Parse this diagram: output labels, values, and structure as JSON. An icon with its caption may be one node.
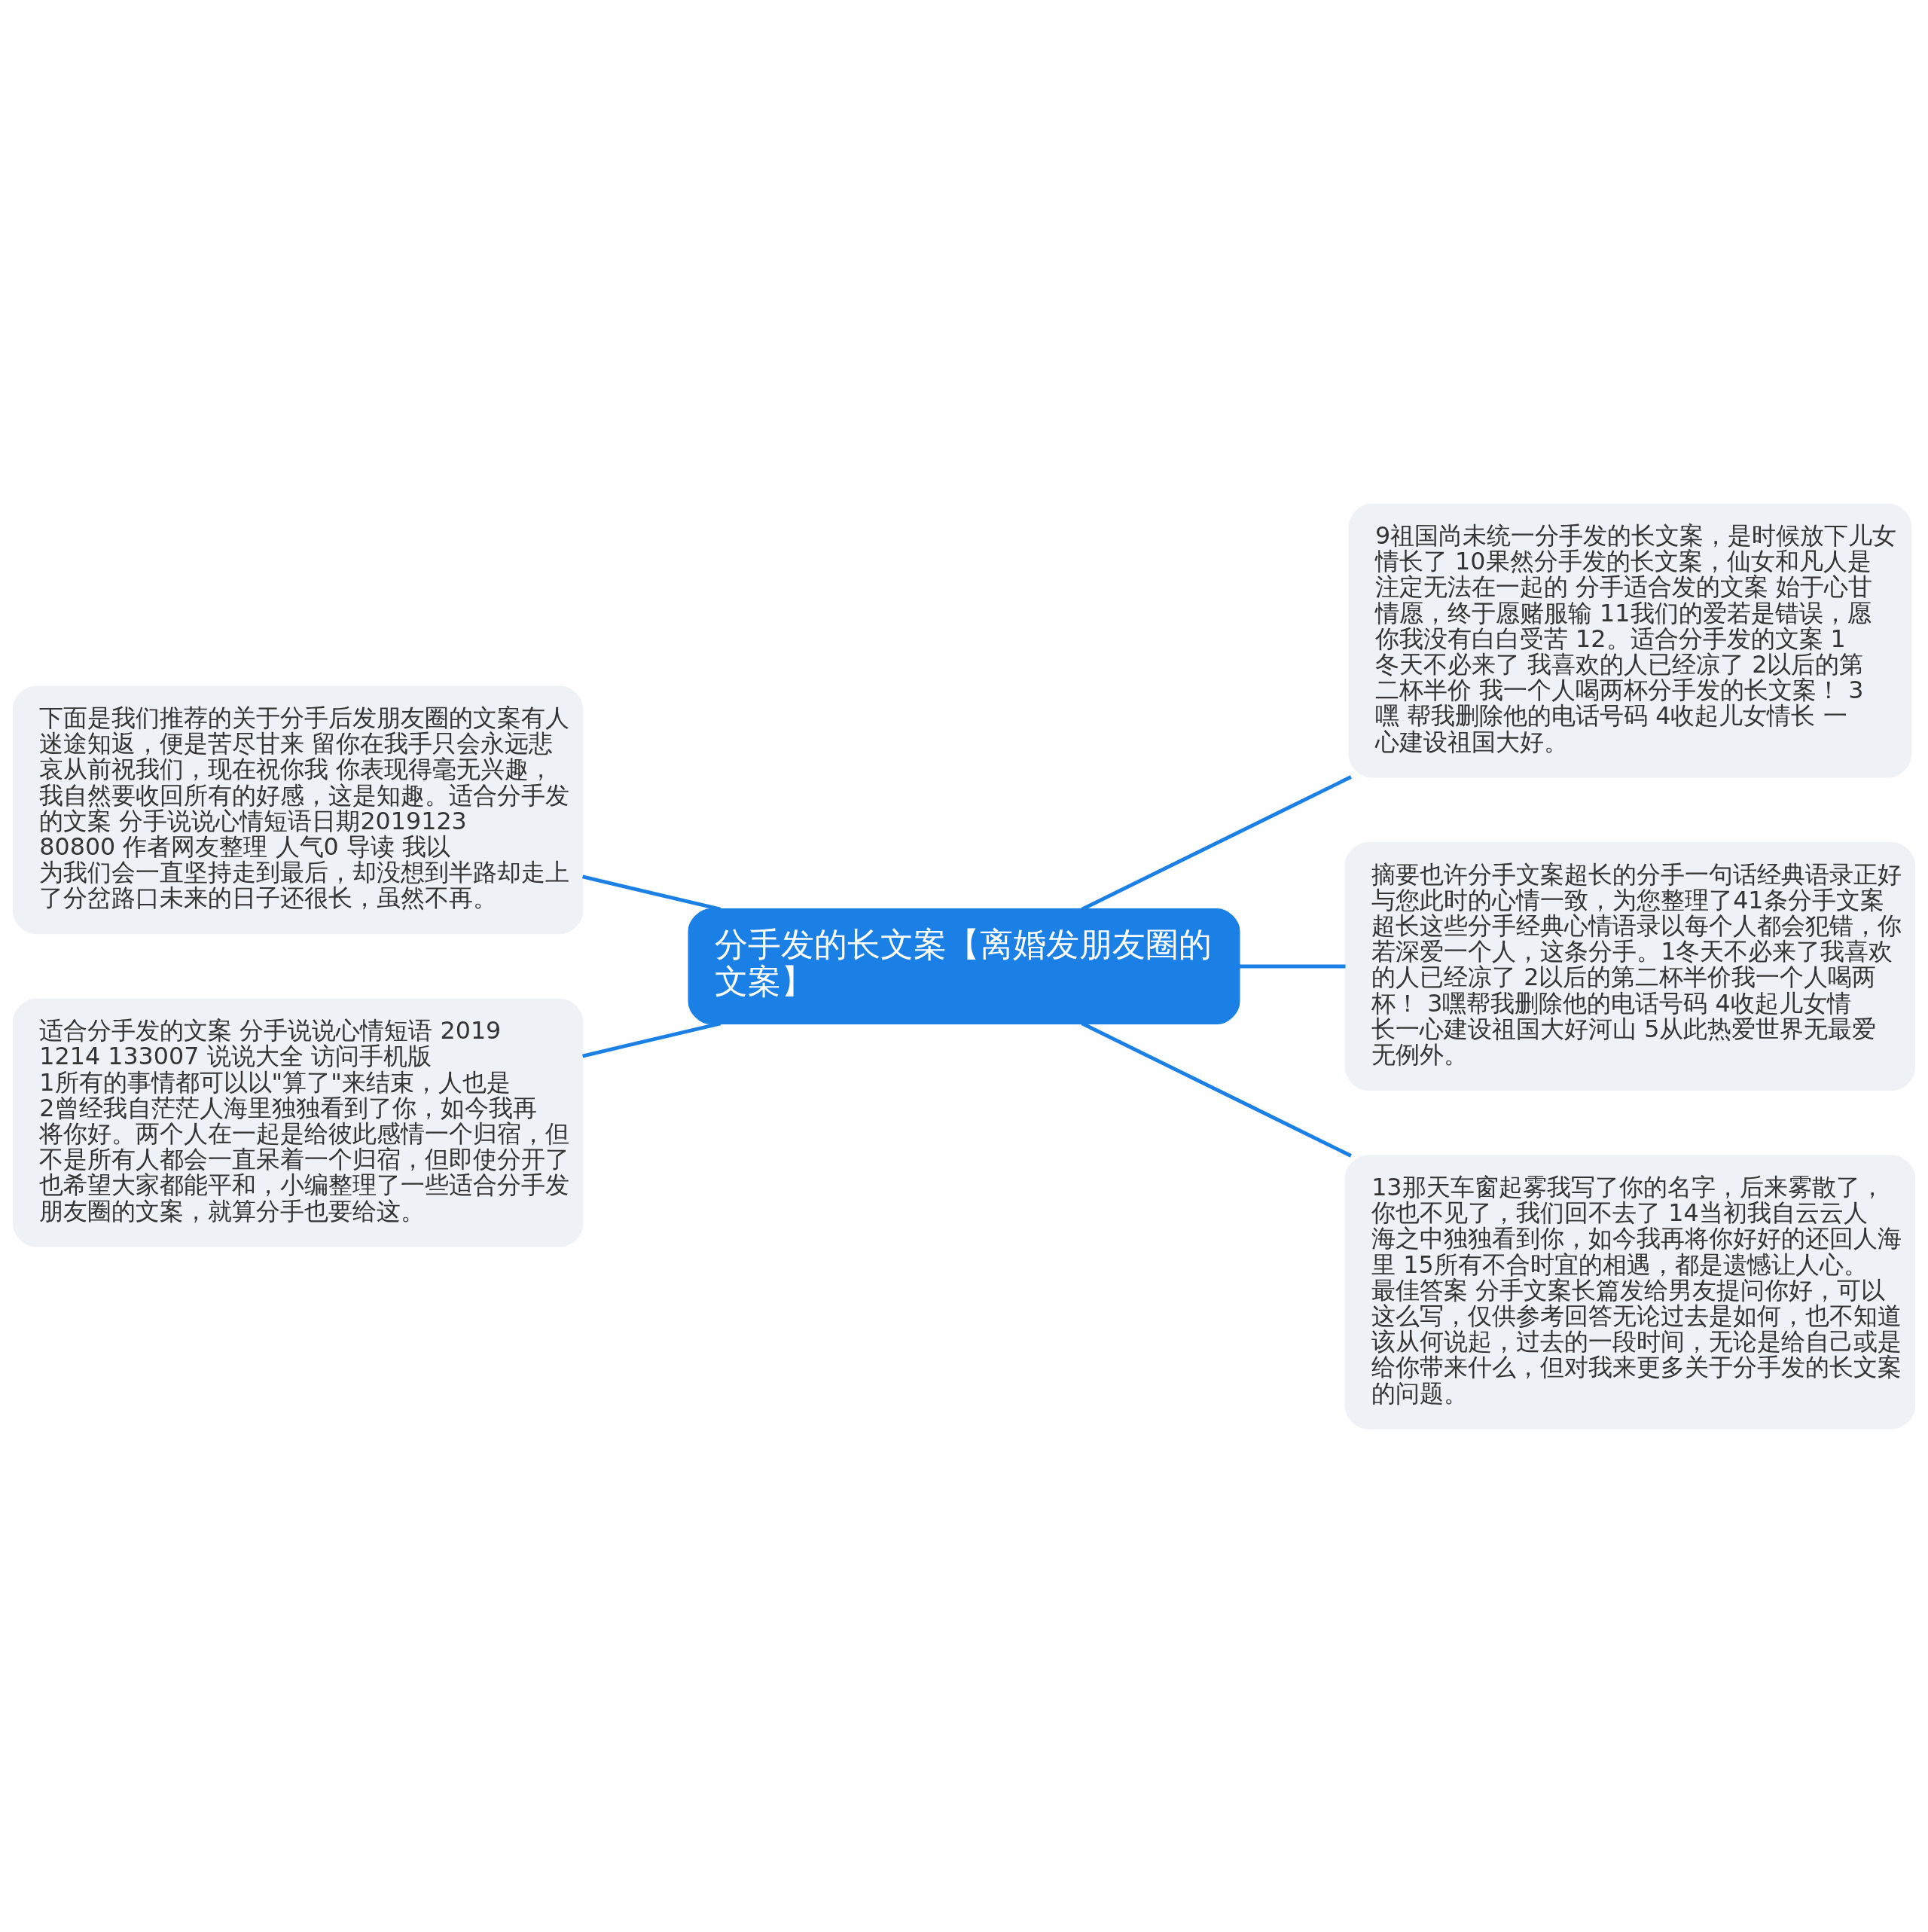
{
  "diagram": {
    "nodes": [
      {
        "text": [
          "分手发的长文案【离婚发朋友圈的文案】"
        ]
      },
      {
        "text": [
          "下面是我们推荐的关于分手后发朋友圈的文案有人迷途知返，便是苦尽甘来 留你在我手只会永远悲哀从前祝我们，现在祝你我 你表现得毫无兴趣，我自然要收回所有的好感，这是知趣。适合分手发的文案 分手说说心情短语日期2019123 80800 作者网友整理 人气0 导读 我以为我们会一直坚持走到最后，却没想到半路却走上了分岔路口未来的日子还很长，虽然不再。"
        ]
      },
      {
        "text": [
          "适合分手发的文案 分手说说心情短语 20191214 133007 说说大全 访问手机版 1所有的事情都可以以\"算了\"来结束，人也是 2曾经我自茫茫人海里独独看到了你，如今我再将你好。两个人在一起是给彼此感情一个归宿，但不是所有人都会一直呆着一个归宿，但即使分开了也希望大家都能平和，小编整理了一些适合分手发朋友圈的文案，就算分手也要给这。"
        ]
      },
      {
        "text": [
          "9祖国尚未统一分手发的长文案，是时候放下儿女情长了 10果然分手发的长文案，仙女和凡人是注定无法在一起的 分手适合发的文案 始于心甘情愿，终于愿赌服输 11我们的爱若是错误，愿你我没有白白受苦 12。适合分手发的文案 1冬天不必来了 我喜欢的人已经凉了 2以后的第二杯半价 我一个人喝两杯分手发的长文案！ 3嘿 帮我删除他的电话号码 4收起儿女情长 一心建设祖国大好。"
        ]
      },
      {
        "text": [
          "摘要也许分手文案超长的分手一句话经典语录正好与您此时的心情一致，为您整理了41条分手文案超长这些分手经典心情语录以每个人都会犯错，你若深爱一个人，这条分手。1冬天不必来了我喜欢的人已经凉了 2以后的第二杯半价我一个人喝两杯！ 3嘿帮我删除他的电话号码 4收起儿女情长一心建设祖国大好河山 5从此热爱世界无最爱无例外。"
        ]
      },
      {
        "text": [
          "13那天车窗起雾我写了你的名字，后来雾散了，你也不见了，我们回不去了 14当初我自云云人海之中独独看到你，如今我再将你好好的还回人海里 15所有不合时宜的相遇，都是遗憾让人心。最佳答案 分手文案长篇发给男友提问你好，可以这么写，仅供参考回答无论过去是如何，也不知道该从何说起，过去的一段时间，无论是给自己或是给你带来什么，但对我来更多关于分手发的长文案的问题。"
        ]
      }
    ],
    "edges": [
      {
        "from": 0,
        "to": 1,
        "arrow": "none"
      },
      {
        "from": 0,
        "to": 2,
        "arrow": "none"
      },
      {
        "from": 0,
        "to": 3,
        "arrow": "none"
      },
      {
        "from": 0,
        "to": 4,
        "arrow": "none"
      },
      {
        "from": 0,
        "to": 5,
        "arrow": "none"
      }
    ]
  }
}
